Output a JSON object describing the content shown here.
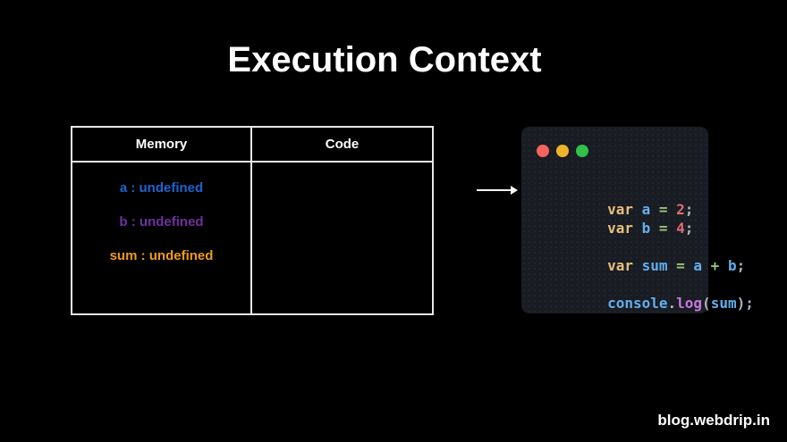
{
  "title": "Execution Context",
  "watermark": "blog.webdrip.in",
  "colors": {
    "background": "#000000",
    "table_border": "#e9e9e9",
    "memory_a": "#1c64cf",
    "memory_b": "#7030a0",
    "memory_sum": "#f09a1b",
    "code_window_bg": "#191c22",
    "traffic_red": "#f4635e",
    "traffic_yellow": "#f0b429",
    "traffic_green": "#2fc149",
    "syntax_keyword": "#e5c07b",
    "syntax_variable": "#61afef",
    "syntax_operator": "#98c379",
    "syntax_number": "#e06c75",
    "syntax_punctuation": "#abb2bf",
    "syntax_function": "#c678dd",
    "arrow": "#ffffff"
  },
  "table": {
    "headers": [
      "Memory",
      "Code"
    ],
    "memory_items": [
      {
        "label": "a : undefined"
      },
      {
        "label": "b : undefined"
      },
      {
        "label": "sum : undefined"
      }
    ]
  },
  "code_window": {
    "lines": [
      {
        "tokens": [
          {
            "t": "var ",
            "c": "keyword"
          },
          {
            "t": "a",
            "c": "variable"
          },
          {
            "t": " = ",
            "c": "operator"
          },
          {
            "t": "2",
            "c": "number"
          },
          {
            "t": ";",
            "c": "punctuation"
          }
        ]
      },
      {
        "tokens": [
          {
            "t": "var ",
            "c": "keyword"
          },
          {
            "t": "b",
            "c": "variable"
          },
          {
            "t": " = ",
            "c": "operator"
          },
          {
            "t": "4",
            "c": "number"
          },
          {
            "t": ";",
            "c": "punctuation"
          }
        ]
      },
      {
        "tokens": [
          {
            "t": "var ",
            "c": "keyword"
          },
          {
            "t": "sum",
            "c": "variable"
          },
          {
            "t": " = ",
            "c": "operator"
          },
          {
            "t": "a",
            "c": "variable"
          },
          {
            "t": " + ",
            "c": "operator"
          },
          {
            "t": "b",
            "c": "variable"
          },
          {
            "t": ";",
            "c": "punctuation"
          }
        ]
      },
      {
        "tokens": [
          {
            "t": "console",
            "c": "variable"
          },
          {
            "t": ".",
            "c": "punctuation"
          },
          {
            "t": "log",
            "c": "function"
          },
          {
            "t": "(",
            "c": "punctuation"
          },
          {
            "t": "sum",
            "c": "variable"
          },
          {
            "t": ")",
            "c": "punctuation"
          },
          {
            "t": ";",
            "c": "punctuation"
          }
        ]
      }
    ]
  }
}
